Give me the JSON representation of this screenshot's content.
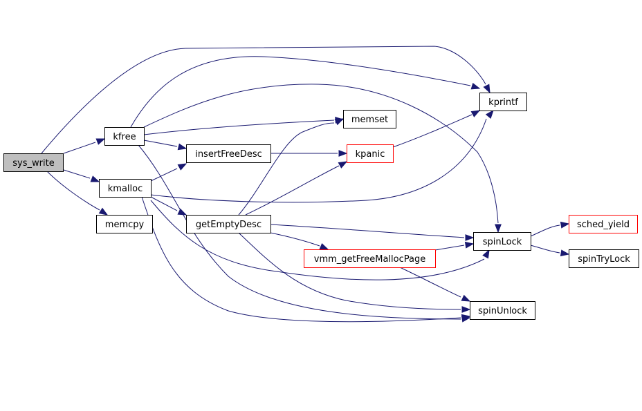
{
  "graph": {
    "nodes": [
      {
        "id": "sys_write",
        "label": "sys_write",
        "style": "current"
      },
      {
        "id": "kfree",
        "label": "kfree",
        "style": "normal"
      },
      {
        "id": "kmalloc",
        "label": "kmalloc",
        "style": "normal"
      },
      {
        "id": "memcpy",
        "label": "memcpy",
        "style": "normal"
      },
      {
        "id": "insertFreeDesc",
        "label": "insertFreeDesc",
        "style": "normal"
      },
      {
        "id": "getEmptyDesc",
        "label": "getEmptyDesc",
        "style": "normal"
      },
      {
        "id": "memset",
        "label": "memset",
        "style": "normal"
      },
      {
        "id": "kpanic",
        "label": "kpanic",
        "style": "truncated"
      },
      {
        "id": "vmm_getFreeMallocPage",
        "label": "vmm_getFreeMallocPage",
        "style": "truncated"
      },
      {
        "id": "kprintf",
        "label": "kprintf",
        "style": "normal"
      },
      {
        "id": "spinLock",
        "label": "spinLock",
        "style": "normal"
      },
      {
        "id": "spinUnlock",
        "label": "spinUnlock",
        "style": "normal"
      },
      {
        "id": "sched_yield",
        "label": "sched_yield",
        "style": "truncated"
      },
      {
        "id": "spinTryLock",
        "label": "spinTryLock",
        "style": "normal"
      }
    ],
    "edges": [
      {
        "from": "sys_write",
        "to": "kfree"
      },
      {
        "from": "sys_write",
        "to": "kmalloc"
      },
      {
        "from": "sys_write",
        "to": "memcpy"
      },
      {
        "from": "sys_write",
        "to": "kprintf"
      },
      {
        "from": "kfree",
        "to": "kprintf"
      },
      {
        "from": "kfree",
        "to": "memset"
      },
      {
        "from": "kfree",
        "to": "insertFreeDesc"
      },
      {
        "from": "kfree",
        "to": "spinLock"
      },
      {
        "from": "kfree",
        "to": "spinUnlock"
      },
      {
        "from": "kmalloc",
        "to": "insertFreeDesc"
      },
      {
        "from": "kmalloc",
        "to": "getEmptyDesc"
      },
      {
        "from": "kmalloc",
        "to": "kprintf"
      },
      {
        "from": "kmalloc",
        "to": "spinLock"
      },
      {
        "from": "kmalloc",
        "to": "spinUnlock"
      },
      {
        "from": "insertFreeDesc",
        "to": "kpanic"
      },
      {
        "from": "getEmptyDesc",
        "to": "memset"
      },
      {
        "from": "getEmptyDesc",
        "to": "kpanic"
      },
      {
        "from": "getEmptyDesc",
        "to": "spinLock"
      },
      {
        "from": "getEmptyDesc",
        "to": "vmm_getFreeMallocPage"
      },
      {
        "from": "getEmptyDesc",
        "to": "spinUnlock"
      },
      {
        "from": "kpanic",
        "to": "kprintf"
      },
      {
        "from": "vmm_getFreeMallocPage",
        "to": "spinLock"
      },
      {
        "from": "vmm_getFreeMallocPage",
        "to": "spinUnlock"
      },
      {
        "from": "spinLock",
        "to": "sched_yield"
      },
      {
        "from": "spinLock",
        "to": "spinTryLock"
      }
    ]
  }
}
